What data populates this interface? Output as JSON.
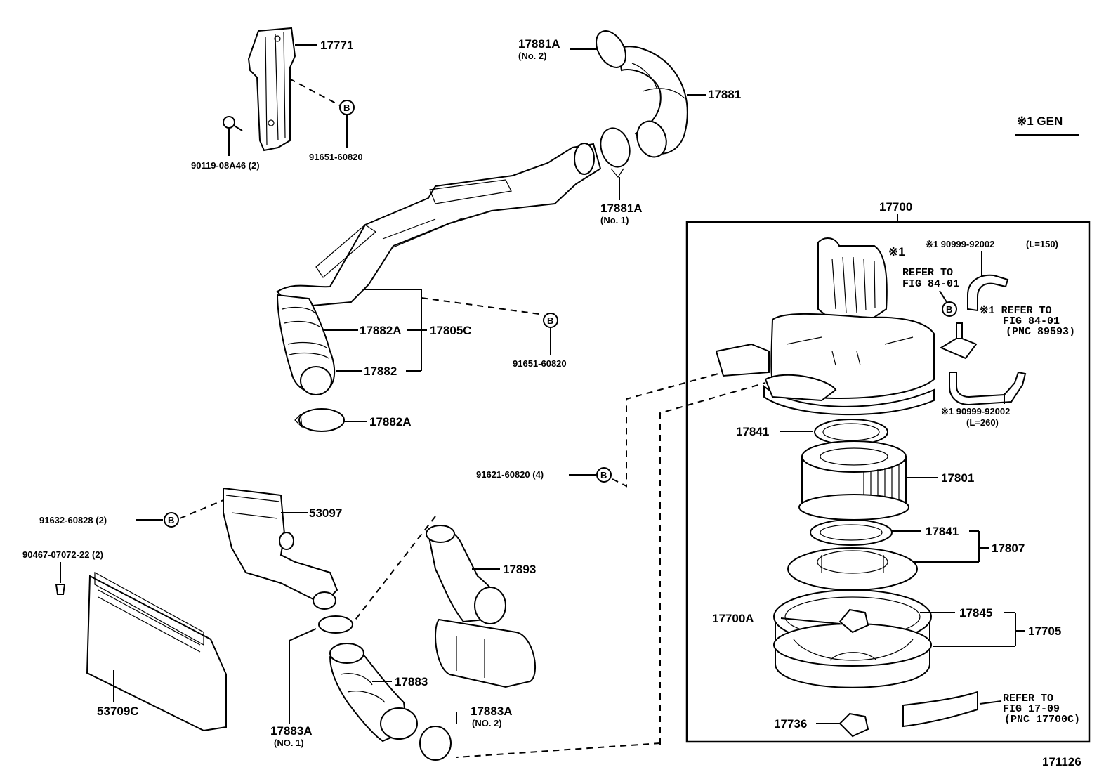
{
  "figure_number": "171126",
  "legend": "※1 GEN",
  "bolt_marker": "B",
  "labels": {
    "p17771": "17771",
    "p91651_top": "91651-60820",
    "p90119": "90119-08A46 (2)",
    "p17881A_no2": "17881A",
    "p17881A_no2_sub": "(No. 2)",
    "p17881": "17881",
    "p17881A_no1": "17881A",
    "p17881A_no1_sub": "(No. 1)",
    "p17882A_upper": "17882A",
    "p17805C": "17805C",
    "p91651_mid": "91651-60820",
    "p17882": "17882",
    "p17882A_lower": "17882A",
    "p91621": "91621-60820 (4)",
    "p91632": "91632-60828 (2)",
    "p53097": "53097",
    "p90467": "90467-07072-22 (2)",
    "p53709C": "53709C",
    "p17893": "17893",
    "p17883": "17883",
    "p17883A_no1": "17883A",
    "p17883A_no1_sub": "(NO. 1)",
    "p17883A_no2": "17883A",
    "p17883A_no2_sub": "(NO. 2)",
    "p17700": "17700",
    "mark1_top": "※1",
    "p90999_a": "※1 90999-92002",
    "p90999_a_len": "(L=150)",
    "ref_fig84_a_1": "REFER TO",
    "ref_fig84_a_2": "FIG 84-01",
    "ref_fig84_b_1": "※1  REFER TO",
    "ref_fig84_b_2": "FIG 84-01",
    "ref_fig84_b_3": "(PNC 89593)",
    "p90999_b": "※1 90999-92002",
    "p90999_b_len": "(L=260)",
    "p17841_upper": "17841",
    "p17801": "17801",
    "p17841_lower": "17841",
    "p17807": "17807",
    "p17700A": "17700A",
    "p17845": "17845",
    "p17705": "17705",
    "p17736": "17736",
    "ref_fig17_1": "REFER TO",
    "ref_fig17_2": "FIG 17-09",
    "ref_fig17_3": "(PNC 17700C)"
  }
}
